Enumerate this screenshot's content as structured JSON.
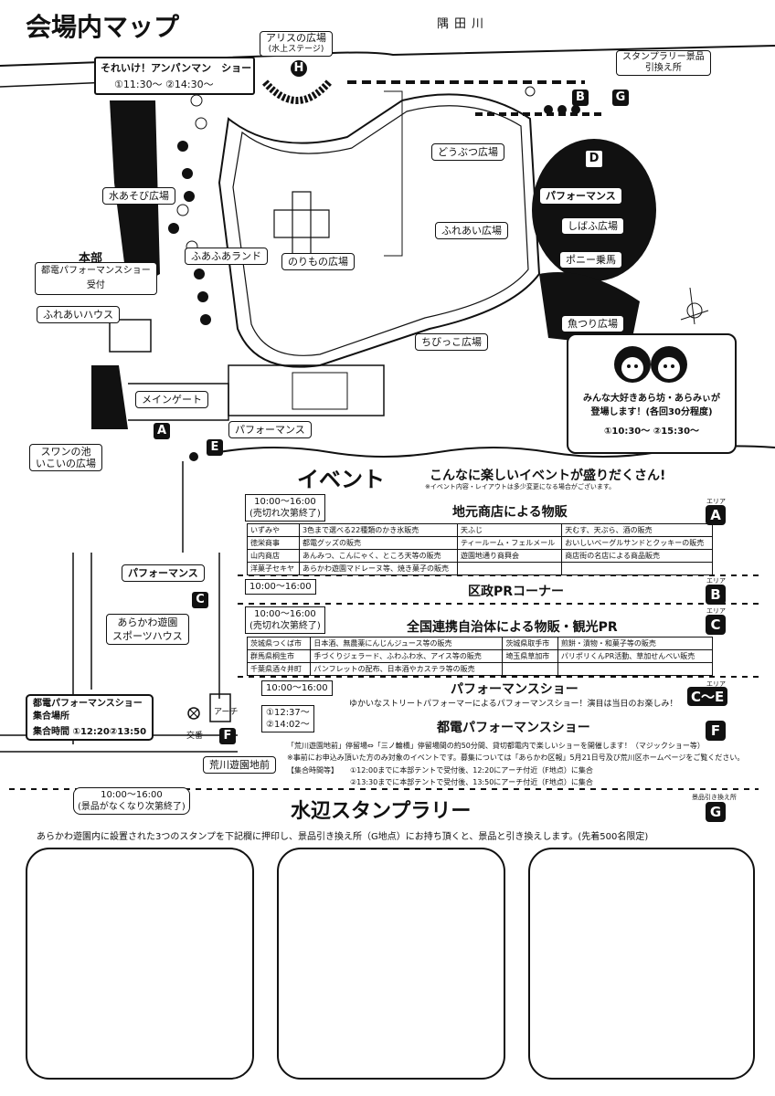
{
  "map": {
    "title": "会場内マップ",
    "river": "隅田川",
    "shows": {
      "anpanman_title": "それいけ！アンパンマン　ショー",
      "anpanman_times": "①11:30〜 ②14:30〜",
      "alice_name": "アリスの広場",
      "alice_sub": "(水上ステージ)",
      "stamp_exchange": "スタンプラリー景品\n引換え所"
    },
    "places": {
      "mizuasobi": "水あそび広場",
      "doubutsu": "どうぶつ広場",
      "fureai_plaza": "ふれあい広場",
      "performance": "パフォーマンス",
      "shibafu": "しばふ広場",
      "pony": "ポニー乗馬",
      "sakanatsuri": "魚つり広場",
      "norimono": "のりもの広場",
      "fuafua": "ふあふあランド",
      "honbu": "本部",
      "toden_reception": "都電パフォーマンスショー\n受付",
      "fureai_house": "ふれあいハウス",
      "chibikko": "ちびっこ広場",
      "main_gate": "メインゲート",
      "performance2": "パフォーマンス",
      "swan": "スワンの池\nいこいの広場",
      "performance3": "パフォーマンス",
      "sports_house": "あらかわ遊園\nスポーツハウス",
      "toden_meet": "都電パフォーマンスショー\n集合場所",
      "toden_meet_times": "集合時間 ①12:20②13:50",
      "arch": "アーチ",
      "koban": "交番",
      "station": "荒川遊園地前"
    },
    "mascot": {
      "text": "みんな大好きあら坊・あらみぃが\n登場します！(各回30分程度)",
      "times": "①10:30〜 ②15:30〜"
    },
    "markers": [
      "H",
      "B",
      "G",
      "D",
      "A",
      "E",
      "C",
      "F"
    ]
  },
  "events": {
    "heading": "イベント",
    "tagline": "こんなに楽しいイベントが盛りだくさん!",
    "note": "※イベント内容・レイアウトは多少変更になる場合がございます。",
    "area_note": "エリア",
    "items": [
      {
        "hours": "10:00〜16:00\n(売切れ次第終了)",
        "title": "地元商店による物販",
        "tag": "A",
        "rows": [
          [
            "いずみや",
            "3色まで選べる22種類のかき氷販売",
            "天ふじ",
            "天むす、天ぷら、酒の販売"
          ],
          [
            "徳栄商事",
            "都電グッズの販売",
            "ティールーム・フェルメール",
            "おいしいベーグルサンドとクッキーの販売"
          ],
          [
            "山内商店",
            "あんみつ、こんにゃく、ところ天等の販売",
            "遊園地通り商興会",
            "商店街の名店による商品販売"
          ],
          [
            "洋菓子セキヤ",
            "あらかわ遊園マドレーヌ等、焼き菓子の販売",
            "",
            ""
          ]
        ]
      },
      {
        "hours": "10:00〜16:00",
        "title": "区政PRコーナー",
        "tag": "B"
      },
      {
        "hours": "10:00〜16:00\n(売切れ次第終了)",
        "title": "全国連携自治体による物販・観光PR",
        "tag": "C",
        "rows": [
          [
            "茨城県つくば市",
            "日本酒、無農薬にんじんジュース等の販売",
            "茨城県取手市",
            "煎餅・漬物・和菓子等の販売"
          ],
          [
            "群馬県桐生市",
            "手づくりジェラード、ふわふわ水、アイス等の販売",
            "埼玉県草加市",
            "パリポリくんPR活動、草加せんべい販売"
          ],
          [
            "千葉県酒々井町",
            "パンフレットの配布、日本酒やカステラ等の販売",
            "",
            ""
          ]
        ]
      },
      {
        "hours": "10:00〜16:00",
        "title": "パフォーマンスショー",
        "subtitle": "ゆかいなストリートパフォーマーによるパフォーマンスショー！演目は当日のお楽しみ！",
        "tag": "C〜E"
      },
      {
        "hours": "①12:37〜\n②14:02〜",
        "title": "都電パフォーマンスショー",
        "desc1": "「荒川遊園地前」停留場⇔「三ノ輪橋」停留場間の約50分間、貸切都電内で楽しいショーを開催します！（マジックショー等）",
        "desc2": "※事前にお申込み頂いた方のみ対象のイベントです。募集については「あらかわ区報」5月21日号及び荒川区ホームページをご覧ください。",
        "meet_label": "【集合時間等】",
        "meet1": "①12:00までに本部テントで受付後、12:20にアーチ付近（F地点）に集合",
        "meet2": "②13:30までに本部テントで受付後、13:50にアーチ付近（F地点）に集合",
        "tag": "F"
      },
      {
        "hours": "10:00〜16:00\n(景品がなくなり次第終了)",
        "title": "水辺スタンプラリー",
        "tag_note": "景品引き換え所",
        "tag": "G",
        "desc": "あらかわ遊園内に設置された3つのスタンプを下記欄に押印し、景品引き換え所（G地点）にお持ち頂くと、景品と引き換えします。(先着500名限定)"
      }
    ]
  },
  "stamp_boxes": 3
}
